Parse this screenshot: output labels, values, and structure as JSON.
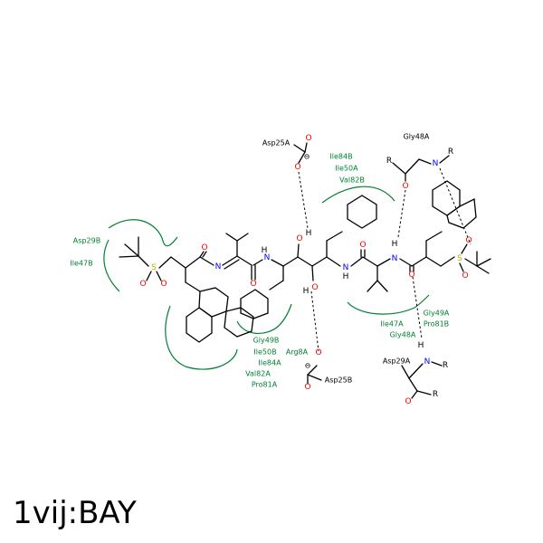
{
  "caption": "1vij:BAY",
  "colors": {
    "bond": "#000000",
    "residue_text": "#008033",
    "oxygen": "#ff0000",
    "nitrogen": "#0000ff",
    "sulfur": "#b3b300",
    "hydrophobic_arc": "#008033"
  },
  "residues": {
    "asp25a": "Asp25A",
    "asp25b": "Asp25B",
    "gly48a_top": "Gly48A",
    "asp29a": "Asp29A",
    "asp29b": "Asp29B",
    "ile47b": "Ile47B",
    "ile84b": "Ile84B",
    "ile50a": "Ile50A",
    "val82b": "Val82B",
    "gly49b": "Gly49B",
    "arg8a": "Arg8A",
    "ile50b": "Ile50B",
    "ile84a": "Ile84A",
    "val82a": "Val82A",
    "pro81a": "Pro81A",
    "ile47a": "Ile47A",
    "gly49a": "Gly49A",
    "pro81b": "Pro81B",
    "gly48a_mid": "Gly48A"
  },
  "atoms": {
    "S": "S",
    "O": "O",
    "N": "N",
    "H": "H",
    "R": "R",
    "minus": "⊖"
  }
}
